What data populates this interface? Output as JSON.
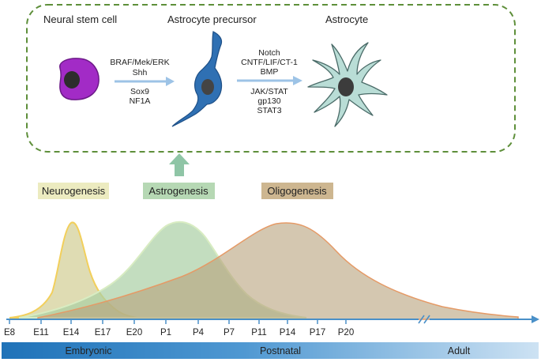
{
  "cells": {
    "stem": "Neural stem cell",
    "precursor": "Astrocyte precursor",
    "astrocyte": "Astrocyte"
  },
  "factors_step1": [
    "BRAF/Mek/ERK",
    "Shh",
    "Sox9",
    "NF1A"
  ],
  "factors_step2": [
    "Notch",
    "CNTF/LIF/CT-1",
    "BMP",
    "JAK/STAT",
    "gp130",
    "STAT3"
  ],
  "phases": {
    "neurogenesis": "Neurogenesis",
    "astrogenesis": "Astrogenesis",
    "oligogenesis": "Oligogenesis"
  },
  "ticks": [
    "E8",
    "E11",
    "E14",
    "E17",
    "E20",
    "P1",
    "P4",
    "P7",
    "P11",
    "P14",
    "P17",
    "P20"
  ],
  "bands": {
    "embryonic": "Embryonic",
    "postnatal": "Postnatal",
    "adult": "Adult"
  },
  "colors": {
    "border": "#5e8f3a",
    "arrow": "#9dc3e6",
    "up_arrow": "#8fc5a6",
    "axis": "#4a90c8",
    "neuro_fill": "#d9d6a6",
    "neuro_stroke": "#f2cf5b",
    "astro_fill": "#bcd8b4",
    "astro_stroke": "#d8ecc2",
    "oligo_fill": "#c9b594",
    "oligo_stroke": "#e59a66"
  }
}
